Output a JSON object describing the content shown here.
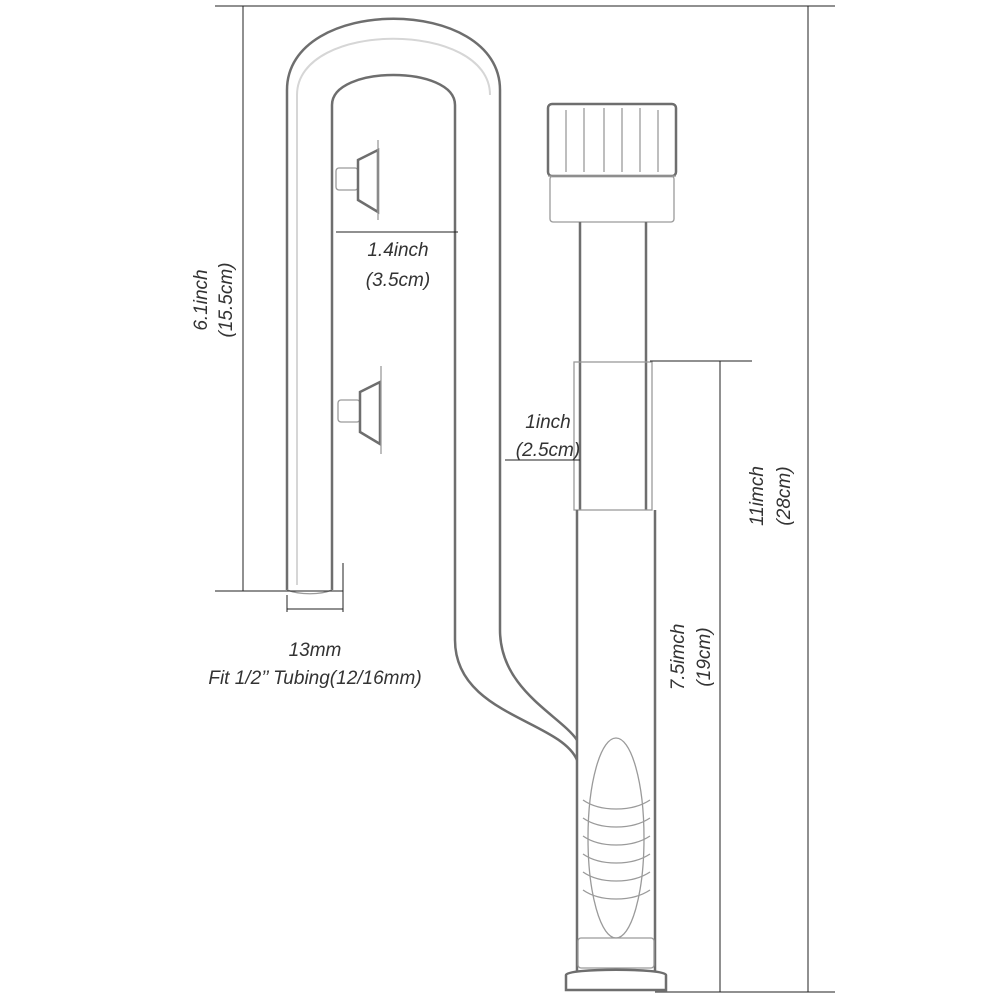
{
  "diagram": {
    "labels": {
      "left_height_inch": "6.1inch",
      "left_height_cm": "(15.5cm)",
      "gap_inch": "1.4inch",
      "gap_cm": "(3.5cm)",
      "skimmer_width_inch": "1inch",
      "skimmer_width_cm": "(2.5cm)",
      "total_height_inch": "11imch",
      "total_height_cm": "(28cm)",
      "lower_height_inch": "7.5imch",
      "lower_height_cm": "(19cm)",
      "outlet_diameter": "13mm",
      "tubing_fit": "Fit 1/2’’ Tubing(12/16mm)"
    },
    "colors": {
      "glass_outline": "#6e6e6e",
      "dimension_line": "#222222",
      "label_text": "#333333"
    }
  }
}
